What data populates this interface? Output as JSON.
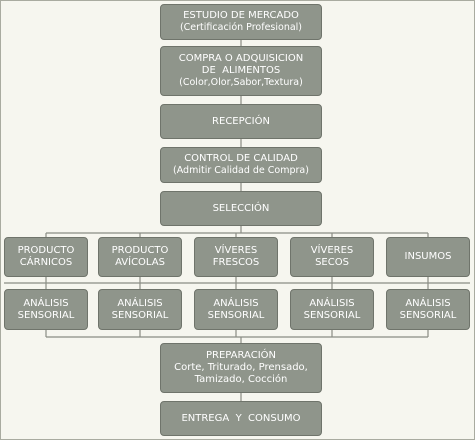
{
  "flow": {
    "estudio": {
      "lines": [
        "ESTUDIO DE MERCADO",
        "(Certificación Profesional)"
      ]
    },
    "compra": {
      "lines": [
        "COMPRA O ADQUISICION",
        "DE  ALIMENTOS",
        "(Color,Olor,Sabor,Textura)"
      ]
    },
    "recepcion": {
      "lines": [
        "RECEPCIÓN"
      ]
    },
    "control": {
      "lines": [
        "CONTROL DE CALIDAD",
        "(Admitir Calidad de Compra)"
      ]
    },
    "seleccion": {
      "lines": [
        "SELECCIÓN"
      ]
    },
    "categories": [
      {
        "lines": [
          "PRODUCTO",
          "CÁRNICOS"
        ]
      },
      {
        "lines": [
          "PRODUCTO",
          "AVÍCOLAS"
        ]
      },
      {
        "lines": [
          "VÍVERES",
          "FRESCOS"
        ]
      },
      {
        "lines": [
          "VÍVERES",
          "SECOS"
        ]
      },
      {
        "lines": [
          "INSUMOS"
        ]
      }
    ],
    "analysis": [
      {
        "lines": [
          "ANÁLISIS",
          "SENSORIAL"
        ]
      },
      {
        "lines": [
          "ANÁLISIS",
          "SENSORIAL"
        ]
      },
      {
        "lines": [
          "ANÁLISIS",
          "SENSORIAL"
        ]
      },
      {
        "lines": [
          "ANÁLISIS",
          "SENSORIAL"
        ]
      },
      {
        "lines": [
          "ANÁLISIS",
          "SENSORIAL"
        ]
      }
    ],
    "preparacion": {
      "lines": [
        "PREPARACIÓN",
        "Corte, Triturado, Prensado,",
        "Tamizado, Cocción"
      ]
    },
    "entrega": {
      "lines": [
        "ENTREGA  Y  CONSUMO"
      ]
    }
  },
  "colors": {
    "box_fill": "#8f958b",
    "box_border": "#6f746b",
    "connector": "#8a8d84",
    "background": "#f6f6ef",
    "text": "#ffffff"
  }
}
